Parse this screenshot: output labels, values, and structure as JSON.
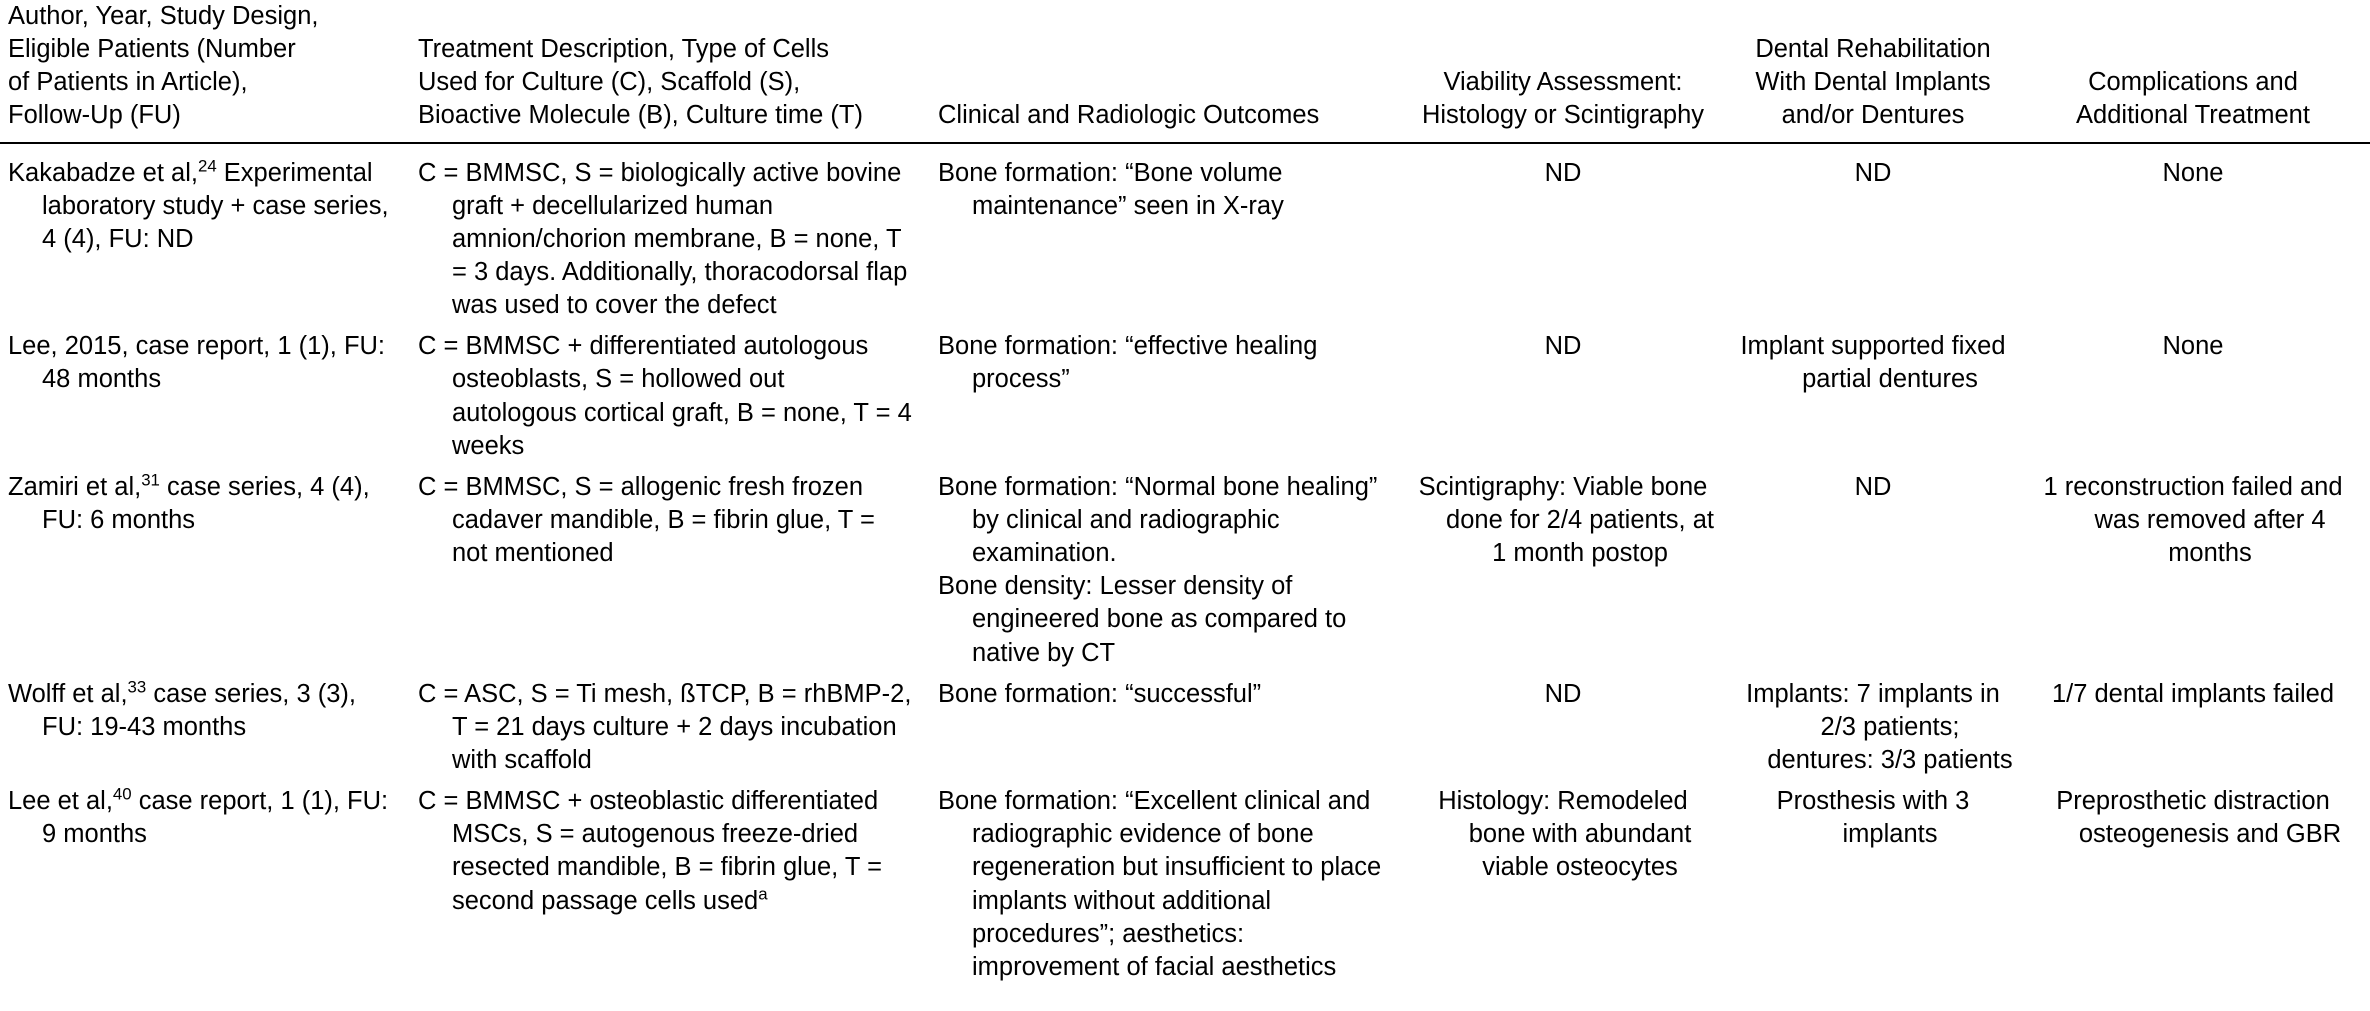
{
  "table": {
    "columns": [
      {
        "key": "author",
        "align": "left",
        "header_lines": [
          "Author, Year, Study Design,",
          "Eligible Patients (Number",
          "of Patients in Article),",
          "Follow-Up (FU)"
        ]
      },
      {
        "key": "treatment",
        "align": "left",
        "header_lines": [
          "Treatment Description, Type of Cells",
          "Used for Culture (C), Scaffold (S),",
          "Bioactive Molecule (B), Culture time (T)"
        ]
      },
      {
        "key": "outcomes",
        "align": "left",
        "header_lines": [
          "Clinical and Radiologic Outcomes"
        ]
      },
      {
        "key": "viability",
        "align": "center",
        "header_lines": [
          "Viability Assessment:",
          "Histology or Scintigraphy"
        ]
      },
      {
        "key": "rehabilitation",
        "align": "center",
        "header_lines": [
          "Dental Rehabilitation",
          "With Dental Implants",
          "and/or Dentures"
        ]
      },
      {
        "key": "complications",
        "align": "center",
        "header_lines": [
          "Complications and",
          "Additional Treatment"
        ]
      }
    ],
    "rows": [
      {
        "id": "kakabadze",
        "author": "Kakabadze et al,<sup>24</sup> Experimental laboratory study + case series, 4 (4), FU: ND",
        "treatment": "C = BMMSC, S = biologically active bovine graft + decellularized human amnion/chorion membrane, B = none, T = 3 days. Additionally, thoracodorsal flap was used to cover the defect",
        "outcomes": "Bone formation: “Bone volume maintenance” seen in X-ray",
        "viability": "ND",
        "rehabilitation": "ND",
        "complications": "None"
      },
      {
        "id": "lee-2015",
        "author": "Lee, 2015, case report, 1 (1), FU: 48 months",
        "treatment": "C = BMMSC + differentiated autologous osteoblasts, S = hollowed out autologous cortical graft, B = none, T = 4 weeks",
        "outcomes": "Bone formation: “effective healing process”",
        "viability": "ND",
        "rehabilitation": "Implant supported fixed partial dentures",
        "complications": "None"
      },
      {
        "id": "zamiri",
        "author": "Zamiri et al,<sup>31</sup> case series, 4 (4), FU: 6 months",
        "treatment": "C = BMMSC, S = allogenic fresh frozen cadaver mandible, B = fibrin glue, T = not mentioned",
        "outcomes": "Bone formation: “Normal bone healing” by clinical and radiographic examination.|Bone density: Lesser density of engineered bone as compared to native by CT",
        "viability": "Scintigraphy: Viable bone done for 2/4 patients, at 1 month postop",
        "rehabilitation": "ND",
        "complications": "1 reconstruction failed and was removed after 4 months"
      },
      {
        "id": "wolff",
        "author": "Wolff et al,<sup>33</sup> case series, 3 (3), FU: 19-43 months",
        "treatment": "C = ASC, S = Ti mesh, ßTCP, B = rhBMP-2, T = 21 days culture + 2 days incubation with scaffold",
        "outcomes": "Bone formation: “successful”",
        "viability": "ND",
        "rehabilitation": "Implants: 7 implants in 2/3 patients; dentures: 3/3 patients",
        "complications": "1/7 dental implants failed"
      },
      {
        "id": "lee-et-al-40",
        "author": "Lee et al,<sup>40</sup> case report, 1 (1), FU: 9 months",
        "treatment": "C = BMMSC + osteoblastic differentiated MSCs, S = autogenous freeze-dried resected mandible, B = fibrin glue, T = second passage cells used<sup>a</sup>",
        "outcomes": "Bone formation: “Excellent clinical and radiographic evidence of bone regeneration but insufficient to place implants without additional procedures”; aesthetics: improvement of facial aesthetics",
        "viability": "Histology: Remodeled bone with abundant viable osteocytes",
        "rehabilitation": "Prosthesis with 3 implants",
        "complications": "Preprosthetic distraction osteogenesis and GBR"
      }
    ]
  }
}
